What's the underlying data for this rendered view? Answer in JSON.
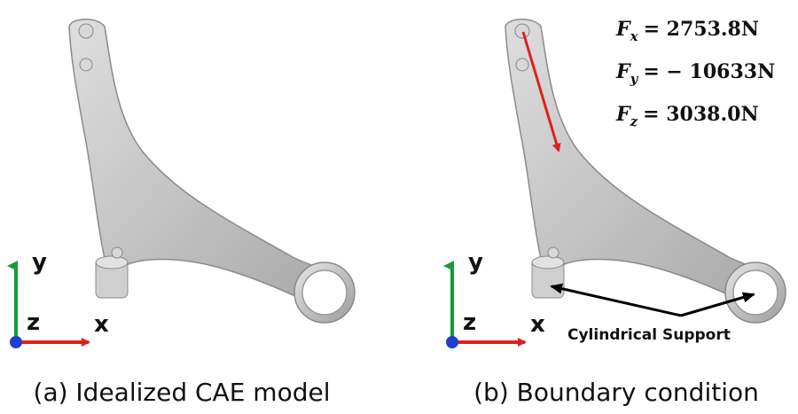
{
  "panels": [
    {
      "caption": "(a) Idealized CAE model",
      "axes": {
        "x": "x",
        "y": "y",
        "z": "z"
      }
    },
    {
      "caption": "(b) Boundary condition",
      "axes": {
        "x": "x",
        "y": "y",
        "z": "z"
      },
      "forces": [
        {
          "symbol": "F",
          "sub": "x",
          "expr": "= 2753.8N"
        },
        {
          "symbol": "F",
          "sub": "y",
          "expr": "= − 10633N"
        },
        {
          "symbol": "F",
          "sub": "z",
          "expr": "= 3038.0N"
        }
      ],
      "support_label": "Cylindrical Support"
    }
  ],
  "colors": {
    "x_axis": "#e0201c",
    "y_axis": "#1a9a3a",
    "z_axis": "#1f3fd0",
    "force_arrow": "#e0201c",
    "part_fill": "#c9c9c9",
    "part_edge": "#8a8a8a"
  }
}
